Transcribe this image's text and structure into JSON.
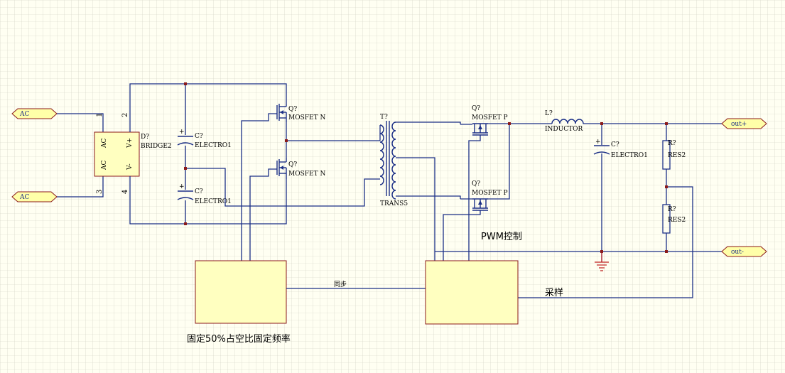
{
  "ports": {
    "ac_top": "AC",
    "ac_bottom": "AC",
    "out_plus": "out+",
    "out_minus": "out-"
  },
  "bridge": {
    "designator": "D?",
    "type": "BRIDGE2",
    "ac1": "AC",
    "ac2": "AC",
    "vplus": "V+",
    "vminus": "V-",
    "pin1": "1",
    "pin2": "2",
    "pin3": "3",
    "pin4": "4"
  },
  "caps": {
    "c1_designator": "C?",
    "c1_type": "ELECTRO1",
    "c2_designator": "C?",
    "c2_type": "ELECTRO1",
    "c3_designator": "C?",
    "c3_type": "ELECTRO1"
  },
  "mosfets": {
    "q1_designator": "Q?",
    "q1_type": "MOSFET N",
    "q2_designator": "Q?",
    "q2_type": "MOSFET N",
    "q3_designator": "Q?",
    "q3_type": "MOSFET P",
    "q4_designator": "Q?",
    "q4_type": "MOSFET P"
  },
  "transformer": {
    "designator": "T?",
    "type": "TRANS5"
  },
  "inductor": {
    "designator": "L?",
    "type": "INDUCTOR"
  },
  "resistors": {
    "r1_designator": "R?",
    "r1_type": "RES2",
    "r2_designator": "R?",
    "r2_type": "RES2"
  },
  "blocks": {
    "left_caption": "固定50%占空比固定频率",
    "right_caption": "PWM控制",
    "sync_label": "同步",
    "sample_label": "采样"
  },
  "colors": {
    "wire": "#1b2f86",
    "junction": "#8b1a1a",
    "block_fill": "#ffffc0",
    "grid": "#cfcfbf",
    "background": "#fffff2"
  }
}
